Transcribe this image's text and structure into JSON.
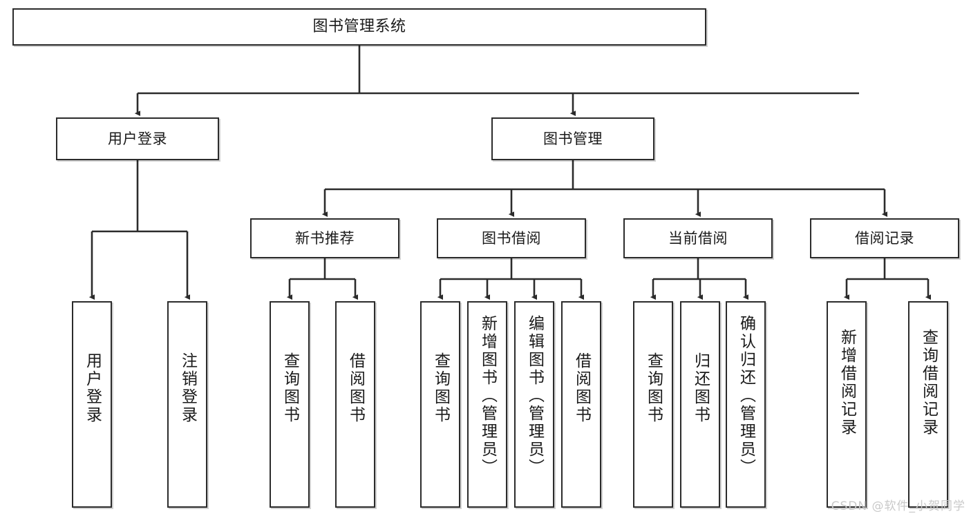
{
  "diagram": {
    "title": "图书管理系统",
    "type": "tree",
    "watermark": "CSDN @软件_小贺同学",
    "colors": {
      "stroke": "#2b2b2b",
      "fill": "#ffffff",
      "text": "#1a1a1a",
      "watermark": "#c9c9c9"
    },
    "levels": {
      "root": {
        "label": "图书管理系统"
      },
      "level2": [
        {
          "label": "用户登录"
        },
        {
          "label": "图书管理"
        }
      ],
      "level3": [
        {
          "label": "新书推荐"
        },
        {
          "label": "图书借阅"
        },
        {
          "label": "当前借阅"
        },
        {
          "label": "借阅记录"
        }
      ],
      "leaves": {
        "user_login": [
          {
            "label": "用户登录"
          },
          {
            "label": "注销登录"
          }
        ],
        "new_book_recommend": [
          {
            "label": "查询图书"
          },
          {
            "label": "借阅图书"
          }
        ],
        "book_borrow": [
          {
            "label": "查询图书"
          },
          {
            "label": "新增图书（管理员）"
          },
          {
            "label": "编辑图书（管理员）"
          },
          {
            "label": "借阅图书"
          }
        ],
        "current_borrow": [
          {
            "label": "查询图书"
          },
          {
            "label": "归还图书"
          },
          {
            "label": "确认归还（管理员）"
          }
        ],
        "borrow_record": [
          {
            "label": "新增借阅记录"
          },
          {
            "label": "查询借阅记录"
          }
        ]
      }
    }
  }
}
